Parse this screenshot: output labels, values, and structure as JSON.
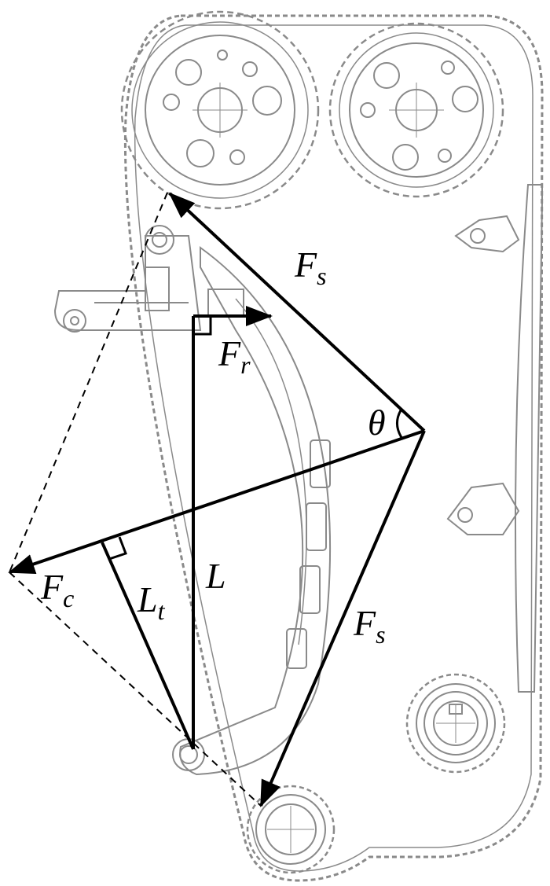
{
  "labels": {
    "fs_top": {
      "main": "F",
      "sub": "s"
    },
    "fr": {
      "main": "F",
      "sub": "r"
    },
    "theta": "θ",
    "fc": {
      "main": "F",
      "sub": "c"
    },
    "length": "L",
    "lt": {
      "main": "L",
      "sub": "t"
    },
    "fs_bottom": {
      "main": "F",
      "sub": "s"
    }
  },
  "colors": {
    "line": "#000000",
    "drawing": "#8a8a8a",
    "background": "#ffffff"
  }
}
